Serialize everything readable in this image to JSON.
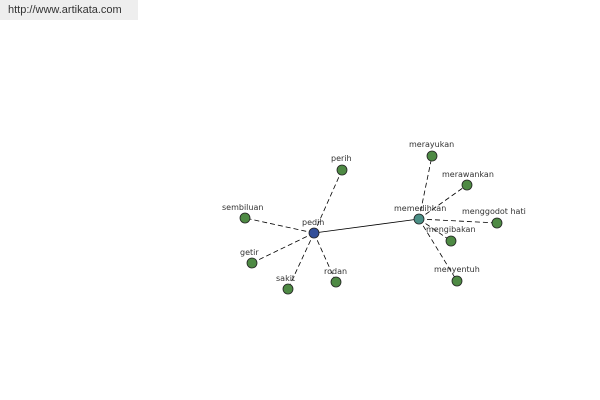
{
  "header": {
    "url": "http://www.artikata.com"
  },
  "graph": {
    "colors": {
      "center": "#334f99",
      "hub": "#4a8f86",
      "leaf": "#4e8a44",
      "stroke": "#222222",
      "edge": "#000000",
      "label": "#333333"
    },
    "nodes": [
      {
        "id": "pedih",
        "label": "pedih",
        "kind": "center"
      },
      {
        "id": "memedihkan",
        "label": "memedihkan",
        "kind": "hub"
      },
      {
        "id": "perih",
        "label": "perih",
        "kind": "leaf"
      },
      {
        "id": "sembiluan",
        "label": "sembiluan",
        "kind": "leaf"
      },
      {
        "id": "getir",
        "label": "getir",
        "kind": "leaf"
      },
      {
        "id": "sakit",
        "label": "sakit",
        "kind": "leaf"
      },
      {
        "id": "rodan",
        "label": "rodan",
        "kind": "leaf"
      },
      {
        "id": "merayukan",
        "label": "merayukan",
        "kind": "leaf"
      },
      {
        "id": "merawankan",
        "label": "merawankan",
        "kind": "leaf"
      },
      {
        "id": "menggodot-hati",
        "label": "menggodot hati",
        "kind": "leaf"
      },
      {
        "id": "mengibakan",
        "label": "mengibakan",
        "kind": "leaf"
      },
      {
        "id": "menyentuh",
        "label": "menyentuh",
        "kind": "leaf"
      }
    ],
    "edges": [
      {
        "from": "pedih",
        "to": "memedihkan",
        "style": "solid"
      },
      {
        "from": "pedih",
        "to": "perih",
        "style": "dashed"
      },
      {
        "from": "pedih",
        "to": "sembiluan",
        "style": "dashed"
      },
      {
        "from": "pedih",
        "to": "getir",
        "style": "dashed"
      },
      {
        "from": "pedih",
        "to": "sakit",
        "style": "dashed"
      },
      {
        "from": "pedih",
        "to": "rodan",
        "style": "dashed"
      },
      {
        "from": "memedihkan",
        "to": "merayukan",
        "style": "dashed"
      },
      {
        "from": "memedihkan",
        "to": "merawankan",
        "style": "dashed"
      },
      {
        "from": "memedihkan",
        "to": "menggodot-hati",
        "style": "dashed"
      },
      {
        "from": "memedihkan",
        "to": "mengibakan",
        "style": "dashed"
      },
      {
        "from": "memedihkan",
        "to": "menyentuh",
        "style": "dashed"
      }
    ]
  }
}
